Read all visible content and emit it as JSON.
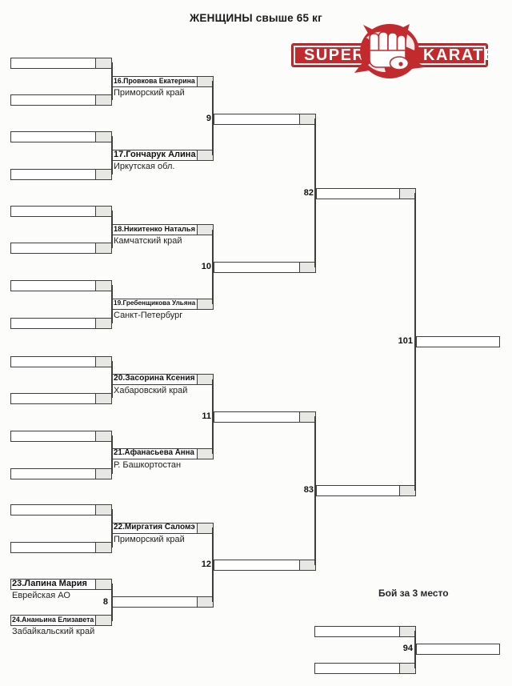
{
  "page": {
    "title": "ЖЕНЩИНЫ свыше 65 кг",
    "third_place_title": "Бой за 3 место"
  },
  "logo": {
    "word_left": "SUPER",
    "word_right": "KARATE",
    "emblem_icon": "fist-globe-icon"
  },
  "entrants": {
    "e16": {
      "name": "16.Провкова Екатерина",
      "region": "Приморский край"
    },
    "e17": {
      "name": "17.Гончарук Алина",
      "region": "Иркутская обл."
    },
    "e18": {
      "name": "18.Никитенко Наталья",
      "region": "Камчатский край"
    },
    "e19": {
      "name": "19.Гребенщикова Ульяна",
      "region": "Санкт-Петербург"
    },
    "e20": {
      "name": "20.Засорина Ксения",
      "region": "Хабаровский край"
    },
    "e21": {
      "name": "21.Афанасьева Анна",
      "region": "Р. Башкортостан"
    },
    "e22": {
      "name": "22.Миргатия Саломэ",
      "region": "Приморский край"
    },
    "e23": {
      "name": "23.Лапина Мария",
      "region": "Еврейская АО"
    },
    "e24": {
      "name": "24.Ананьина Елизавета",
      "region": "Забайкальский край"
    }
  },
  "match_numbers": {
    "prelim": "8",
    "qf1": "9",
    "qf2": "10",
    "qf3": "11",
    "qf4": "12",
    "sf1": "82",
    "sf2": "83",
    "final": "101",
    "third_place": "94"
  },
  "colors": {
    "brand_red": "#c22b2e",
    "line": "#3e3e3c",
    "cell_gray": "#e7e7e4"
  }
}
